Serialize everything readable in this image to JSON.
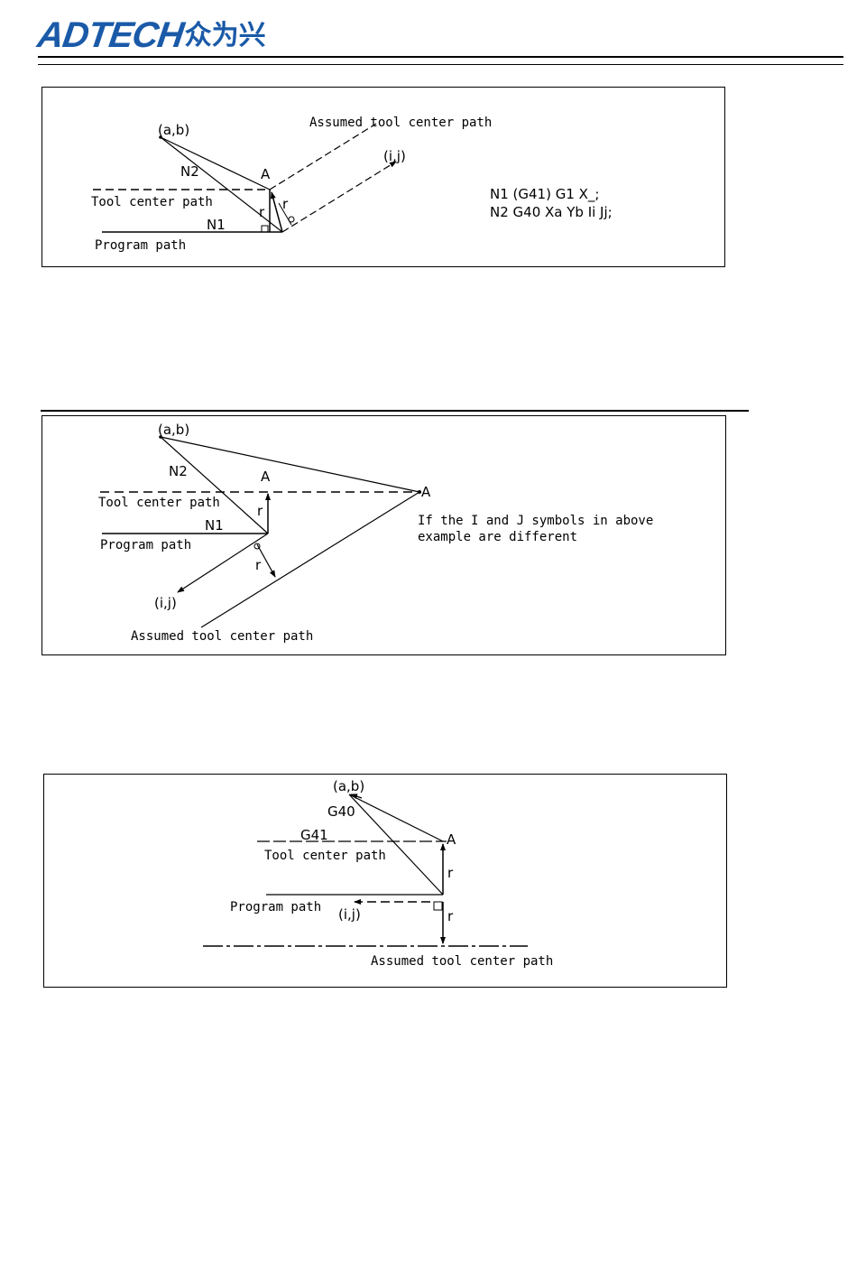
{
  "header": {
    "logo_latin": "ADTECH",
    "logo_chinese": "众为兴",
    "brand_color": "#1a5aa8"
  },
  "figure1": {
    "label_ab": "(a,b)",
    "label_assumed": "Assumed tool center path",
    "label_ij": "(i,j)",
    "label_n2": "N2",
    "label_a": "A",
    "label_tool_center": "Tool center path",
    "label_r1": "r",
    "label_r2": "r",
    "label_n1": "N1",
    "label_program": "Program path",
    "code_line1": "N1 (G41) G1 X_;",
    "code_line2": "N2 G40 Xa Yb Ii Jj;"
  },
  "figure2": {
    "label_ab": "(a,b)",
    "label_n2": "N2",
    "label_a": "A",
    "label_a_far": "A",
    "label_tool_center": "Tool center path",
    "label_r1": "r",
    "label_n1": "N1",
    "label_program": "Program path",
    "label_r2": "r",
    "label_ij": "(i,j)",
    "label_assumed": "Assumed tool center path",
    "note_line1": "If the I and J symbols in above",
    "note_line2": "example are different"
  },
  "figure3": {
    "label_ab": "(a,b)",
    "label_g40": "G40",
    "label_g41": "G41",
    "label_a": "A",
    "label_tool_center": "Tool center path",
    "label_r1": "r",
    "label_program": "Program path",
    "label_ij": "(i,j)",
    "label_r2": "r",
    "label_assumed": "Assumed tool center path"
  }
}
